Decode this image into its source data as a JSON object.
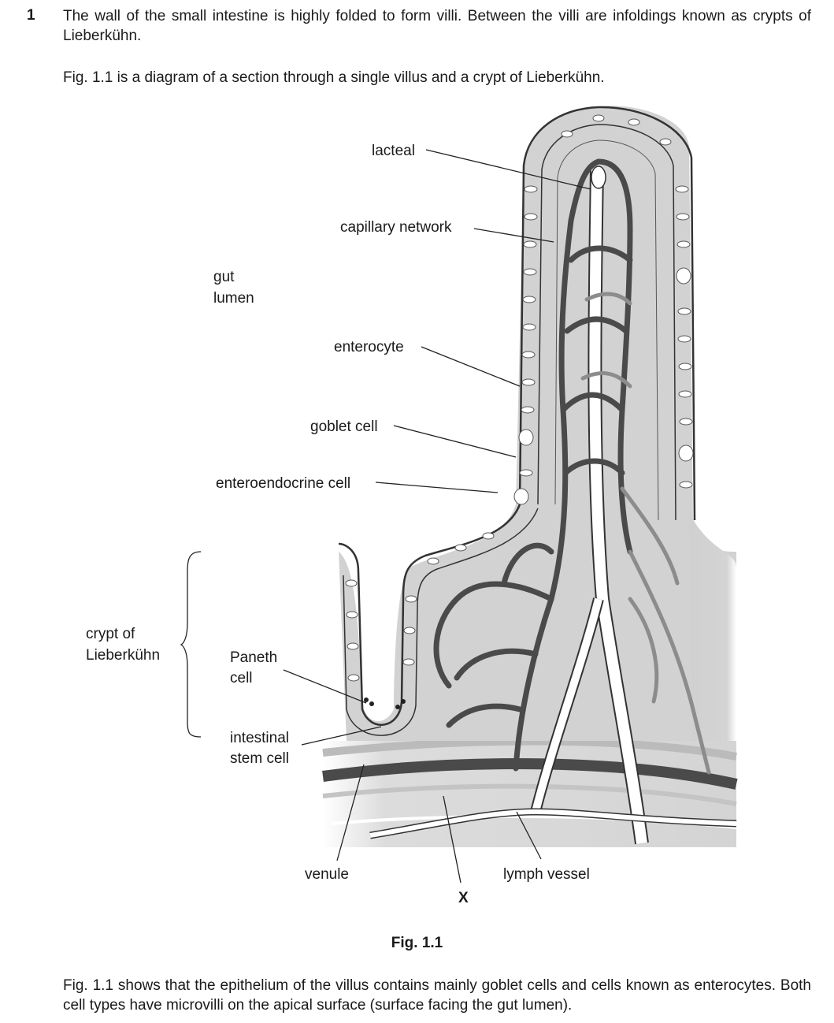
{
  "question": {
    "number": "1",
    "intro": "The wall of the small intestine is highly folded to form villi. Between the villi are infoldings known as crypts of Lieberkühn.",
    "figure_intro": "Fig. 1.1 is a diagram of a section through a single villus and a crypt of Lieberkühn.",
    "closing": "Fig. 1.1 shows that the epithelium of the villus contains mainly goblet cells and cells known as enterocytes. Both cell types have microvilli on the apical surface (surface facing the gut lumen)."
  },
  "figure": {
    "caption": "Fig. 1.1",
    "labels": {
      "lacteal": "lacteal",
      "capillary_network": "capillary network",
      "gut_lumen_1": "gut",
      "gut_lumen_2": "lumen",
      "enterocyte": "enterocyte",
      "goblet_cell": "goblet cell",
      "enteroendocrine_cell": "enteroendocrine cell",
      "crypt_1": "crypt of",
      "crypt_2": "Lieberkühn",
      "paneth_1": "Paneth",
      "paneth_2": "cell",
      "stem_1": "intestinal",
      "stem_2": "stem cell",
      "venule": "venule",
      "x_marker": "X",
      "lymph_vessel": "lymph vessel"
    },
    "colors": {
      "tissue": "#d4d4d4",
      "tissue_dark": "#bdbdbd",
      "vessel": "#4a4a4a",
      "lymph": "#ffffff",
      "outline": "#333333"
    }
  }
}
